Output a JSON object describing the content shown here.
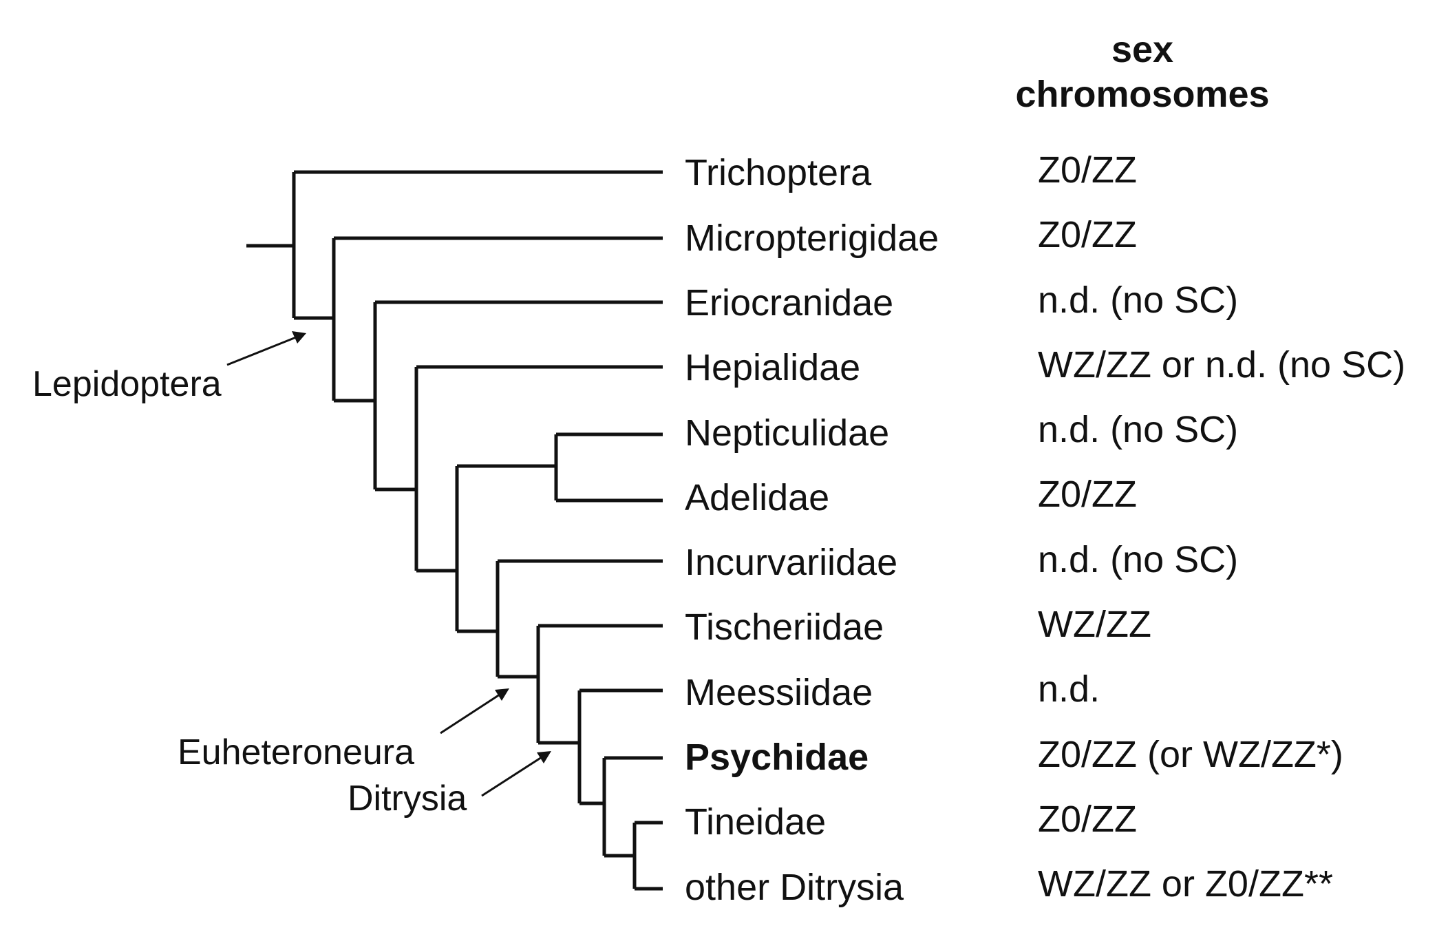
{
  "header": {
    "line1": "sex",
    "line2": "chromosomes"
  },
  "taxa": [
    {
      "name": "Trichoptera",
      "sex_chromosomes": "Z0/ZZ",
      "bold": false
    },
    {
      "name": "Micropterigidae",
      "sex_chromosomes": "Z0/ZZ",
      "bold": false
    },
    {
      "name": "Eriocranidae",
      "sex_chromosomes": "n.d. (no SC)",
      "bold": false
    },
    {
      "name": "Hepialidae",
      "sex_chromosomes": "WZ/ZZ or n.d. (no SC)",
      "bold": false
    },
    {
      "name": "Nepticulidae",
      "sex_chromosomes": "n.d. (no SC)",
      "bold": false
    },
    {
      "name": "Adelidae",
      "sex_chromosomes": "Z0/ZZ",
      "bold": false
    },
    {
      "name": "Incurvariidae",
      "sex_chromosomes": "n.d. (no SC)",
      "bold": false
    },
    {
      "name": "Tischeriidae",
      "sex_chromosomes": "WZ/ZZ",
      "bold": false
    },
    {
      "name": "Meessiidae",
      "sex_chromosomes": "n.d.",
      "bold": false
    },
    {
      "name": "Psychidae",
      "sex_chromosomes": "Z0/ZZ (or WZ/ZZ*)",
      "bold": true
    },
    {
      "name": "Tineidae",
      "sex_chromosomes": "Z0/ZZ",
      "bold": false
    },
    {
      "name": "other Ditrysia",
      "sex_chromosomes": "WZ/ZZ or Z0/ZZ**",
      "bold": false
    }
  ],
  "clade_labels": {
    "lepidoptera": "Lepidoptera",
    "euheteroneura": "Euheteroneura",
    "ditrysia": "Ditrysia"
  },
  "colors": {
    "line": "#111111",
    "text": "#111111",
    "background": "#ffffff"
  }
}
